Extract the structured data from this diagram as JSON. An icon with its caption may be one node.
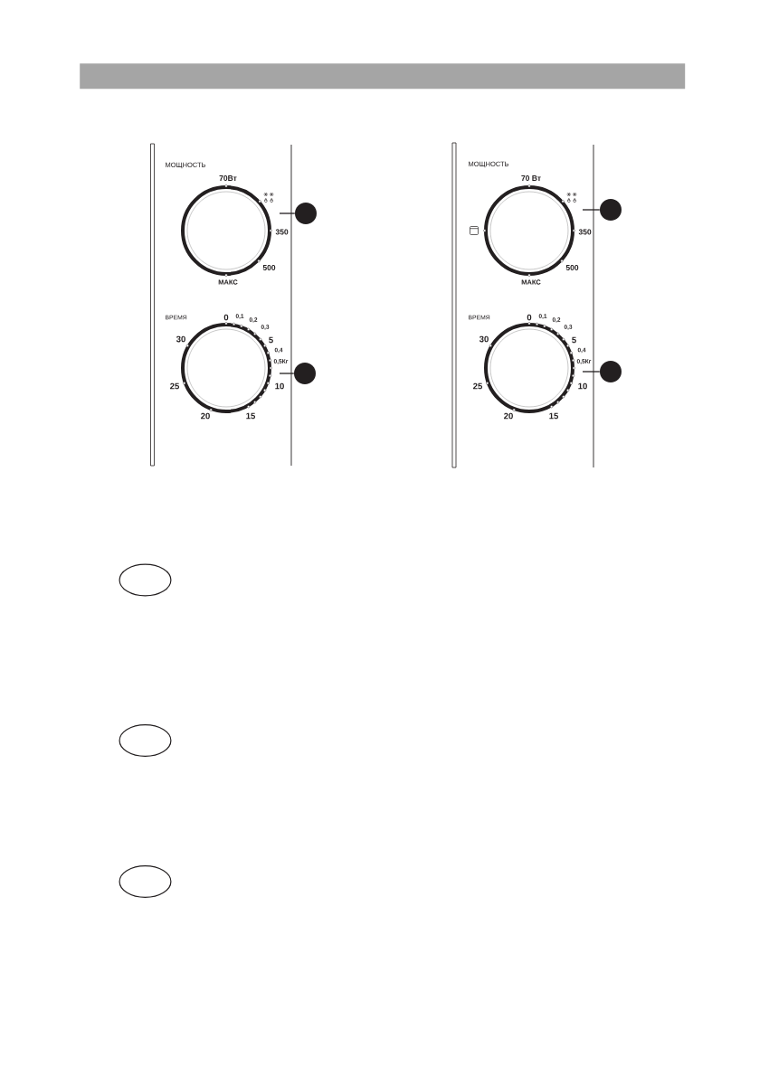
{
  "diagram": {
    "nodes": [
      {
        "text": [],
        "shape": "bar"
      },
      {
        "text": [
          "МОЩНОСТЬ"
        ],
        "beside": [
          "70Вт",
          "350",
          "500",
          "МАКС"
        ]
      },
      {
        "text": [],
        "shape": "circle"
      },
      {
        "text": [
          "МОЩНОСТЬ"
        ],
        "beside": [
          "70 Вт",
          "350",
          "500",
          "МАКС"
        ]
      },
      {
        "text": [],
        "shape": "circle"
      },
      {
        "text": [
          "ВРЕМЯ"
        ],
        "beside": [
          "0",
          "0,1",
          "0,2",
          "0,3",
          "5",
          "0,4",
          "0,5Кг",
          "10",
          "15",
          "20",
          "25",
          "30"
        ]
      },
      {
        "text": [],
        "shape": "circle"
      },
      {
        "text": [
          "ВРЕМЯ"
        ],
        "beside": [
          "0",
          "0,1",
          "0,2",
          "0,3",
          "5",
          "0,4",
          "0,5Кг",
          "10",
          "15",
          "20",
          "25",
          "30"
        ]
      },
      {
        "text": [],
        "shape": "circle"
      },
      {
        "text": [],
        "shape": "ellipse"
      },
      {
        "text": [],
        "shape": "ellipse"
      },
      {
        "text": [],
        "shape": "ellipse"
      }
    ],
    "edges": [
      {
        "from": 2,
        "to": 1,
        "arrow": "none"
      },
      {
        "from": 4,
        "to": 3,
        "arrow": "none"
      },
      {
        "from": 6,
        "to": 5,
        "arrow": "none"
      },
      {
        "from": 8,
        "to": 7,
        "arrow": "none"
      }
    ]
  }
}
